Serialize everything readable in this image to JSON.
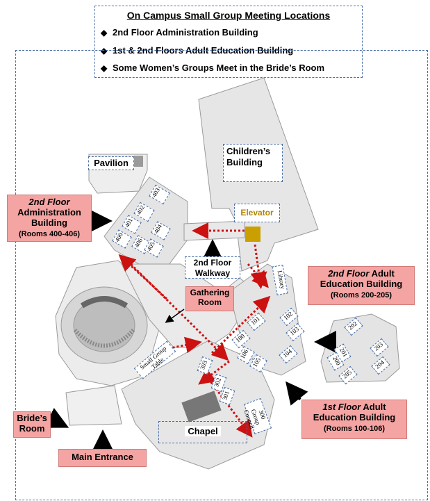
{
  "header": {
    "title": "On Campus Small Group Meeting Locations",
    "bullets": [
      "2nd Floor Administration Building",
      "1st &  2nd Floors Adult Education Building",
      "Some Women’s Groups Meet in the Bride’s Room"
    ]
  },
  "labels": {
    "pavilion": "Pavilion",
    "childrens": "Children’s Building",
    "elevator": "Elevator",
    "walkway": "2nd Floor Walkway",
    "gathering": "Gathering Room",
    "chapel": "Chapel",
    "brides_room": "Bride’s Room",
    "main_entrance": "Main Entrance",
    "small_group_table": "Small Group Table",
    "library": "Library",
    "group_council": "Group Council"
  },
  "callouts": {
    "admin": {
      "italic": "2nd Floor",
      "rest": "Administration Building",
      "rooms": "(Rooms 400-406)"
    },
    "adult2": {
      "italic": "2nd Floor",
      "rest": "Adult Education Building",
      "rooms": "(Rooms 200-205)"
    },
    "adult1": {
      "italic": "1st Floor",
      "rest": "Adult Education Building",
      "rooms": "(Rooms 100-106)"
    }
  },
  "rooms": {
    "r403": "403",
    "r402": "402",
    "r401": "401",
    "r404": "404",
    "r400": "400",
    "r406": "406",
    "r405": "405",
    "r101": "101",
    "r102": "102",
    "r103": "103",
    "r100": "100",
    "r106": "106",
    "r105": "105",
    "r104": "104",
    "r303": "303",
    "r302": "302",
    "r301": "301",
    "r300": "300",
    "r202": "202",
    "r201": "201",
    "r203": "203",
    "r200": "200",
    "r205": "205",
    "r204": "204"
  },
  "colors": {
    "callout_fill": "#f4a4a2",
    "route": "#cc1111",
    "elevator": "#c9a000",
    "building": "#e4e4e4"
  }
}
